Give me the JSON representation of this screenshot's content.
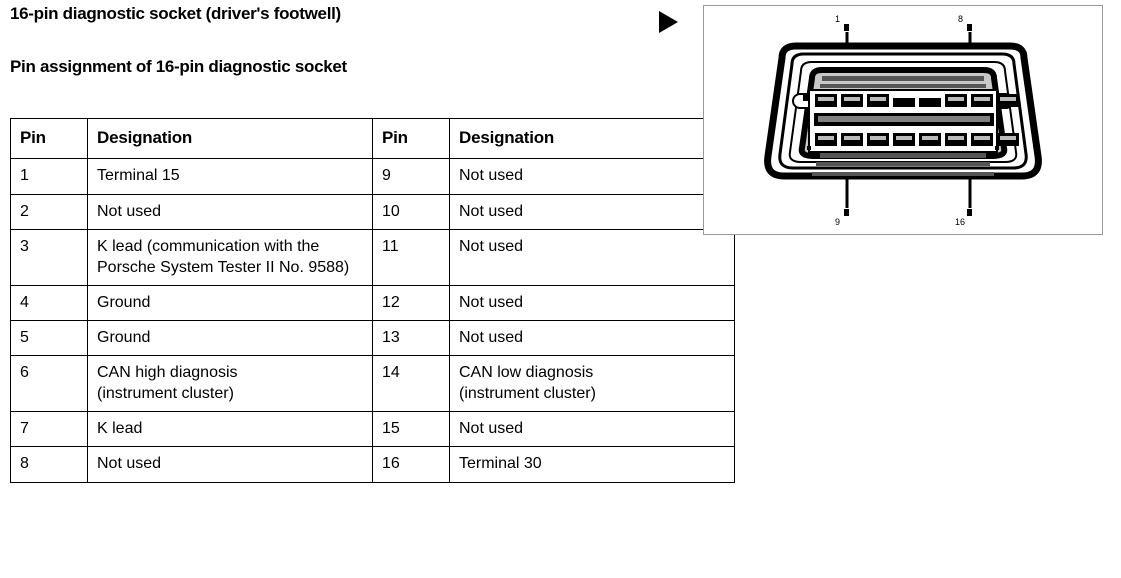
{
  "headings": {
    "primary": "16-pin diagnostic socket (driver's footwell)",
    "secondary": "Pin assignment of 16-pin diagnostic socket"
  },
  "table": {
    "headers": [
      "Pin",
      "Designation",
      "Pin",
      "Designation"
    ],
    "rows": [
      {
        "pin_left": "1",
        "desc_left": "Terminal 15",
        "pin_right": "9",
        "desc_right": "Not used"
      },
      {
        "pin_left": "2",
        "desc_left": "Not used",
        "pin_right": "10",
        "desc_right": "Not used"
      },
      {
        "pin_left": "3",
        "desc_left": "K lead (communication with the Porsche System Tester II No. 9588)",
        "pin_right": "11",
        "desc_right": "Not used"
      },
      {
        "pin_left": "4",
        "desc_left": "Ground",
        "pin_right": "12",
        "desc_right": "Not used"
      },
      {
        "pin_left": "5",
        "desc_left": "Ground",
        "pin_right": "13",
        "desc_right": "Not used"
      },
      {
        "pin_left": "6",
        "desc_left": "CAN high diagnosis\n(instrument cluster)",
        "pin_right": "14",
        "desc_right": "CAN low diagnosis\n(instrument cluster)"
      },
      {
        "pin_left": "7",
        "desc_left": "K lead",
        "pin_right": "15",
        "desc_right": "Not used"
      },
      {
        "pin_left": "8",
        "desc_left": "Not used",
        "pin_right": "16",
        "desc_right": "Terminal 30"
      }
    ]
  },
  "figure": {
    "pin_labels": {
      "top_left": "1",
      "top_right": "8",
      "bottom_left": "9",
      "bottom_right": "16"
    },
    "colors": {
      "outline": "#000000",
      "shell_fill": "#ffffff",
      "inner_fill": "#c8c8c8",
      "frame_border": "#9a9a9a"
    }
  }
}
